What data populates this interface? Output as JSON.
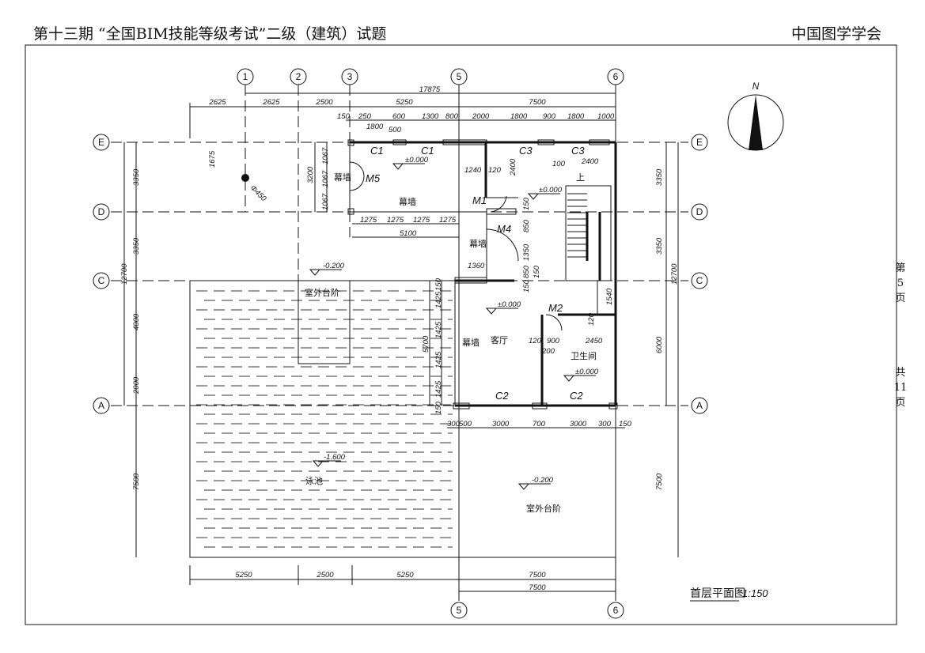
{
  "header": {
    "title": "第十三期 “全国BIM技能等级考试”二级（建筑）试题",
    "org": "中国图学学会"
  },
  "side": {
    "page_prefix": "第",
    "page": "5",
    "page_suffix": "页",
    "total_prefix": "共",
    "total": "11",
    "total_suffix": "页"
  },
  "axes": {
    "x": [
      "1",
      "2",
      "3",
      "5",
      "6"
    ],
    "y": [
      "E",
      "D",
      "C",
      "A"
    ],
    "bottom": [
      "5",
      "6"
    ]
  },
  "north": "N",
  "dims": {
    "overall_top": "17875",
    "top_row": [
      "2625",
      "2625",
      "2500",
      "5250",
      "7500"
    ],
    "detail_row": [
      "150",
      "250",
      "600",
      "1300",
      "800",
      "2000",
      "1800",
      "900",
      "1800",
      "1000"
    ],
    "detail_sub": [
      "1800",
      "500"
    ],
    "left": [
      "3350",
      "3350",
      "4000",
      "2000",
      "7500",
      "12700"
    ],
    "right": [
      "3350",
      "3350",
      "6000",
      "7500",
      "12700"
    ],
    "bottom": [
      "5250",
      "2500",
      "5250",
      "7500",
      "7500"
    ],
    "column": [
      "1675",
      "Φ450"
    ],
    "curtain_left": [
      "3200",
      "1067",
      "1067",
      "1067"
    ],
    "curtain_mid": [
      "1275",
      "1275",
      "1275",
      "1275",
      "5100"
    ],
    "inner": [
      "1240",
      "120",
      "2400",
      "100",
      "2400",
      "150",
      "850",
      "1350",
      "850",
      "150",
      "1360",
      "150"
    ],
    "living": [
      "150",
      "1425",
      "1425",
      "1425",
      "1425",
      "5700",
      "150",
      "1540",
      "120",
      "120",
      "900",
      "2450",
      "200"
    ],
    "south": [
      "300",
      "500",
      "3000",
      "700",
      "3000",
      "300",
      "150"
    ],
    "stair_up": "上"
  },
  "openings": [
    "C1",
    "C1",
    "C3",
    "C3",
    "M1",
    "M4",
    "M5",
    "M2",
    "C2",
    "C2"
  ],
  "rooms": {
    "curtain": "幕墙",
    "living": "客厅",
    "bath": "卫生间",
    "steps": "室外台阶",
    "pool": "泳池"
  },
  "levels": {
    "zero": "±0.000",
    "outdoor": "-0.200",
    "pool": "-1.600"
  },
  "drawing": {
    "title": "首层平面图",
    "scale": "1:150"
  }
}
